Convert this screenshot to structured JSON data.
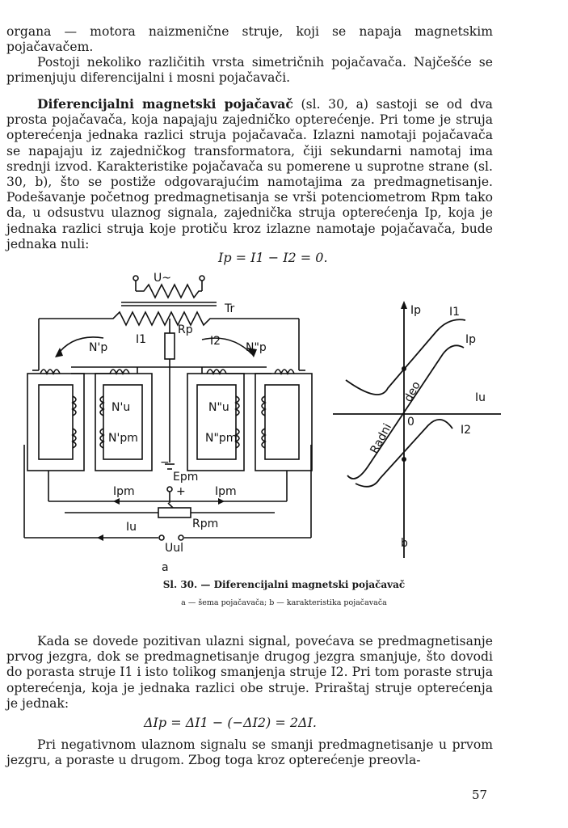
{
  "paragraphs": {
    "p1": "organa — motora naizmenične struje, koji se napaja magnetskim pojačavačem.",
    "p2": "Postoji nekoliko različitih vrsta simetričnih pojačavača. Najčešće se primenjuju diferencijalni i mosni pojačavači.",
    "p3_bold": "Diferencijalni magnetski pojačavač",
    "p3_rest": " (sl. 30, a) sastoji se od dva prosta pojačavača, koja napajaju zajedničko opterećenje. Pri tome je struja opterećenja jednaka razlici struja pojačavača. Izlazni namotaji pojačavača se napajaju iz zajedničkog transformatora, čiji sekundarni namotaj ima srednji izvod. Karakteristike pojačavača su pomerene u suprotne strane (sl. 30, b), što se postiže odgovarajućim namotajima za predmagnetisanje. Podešavanje početnog predmagnetisanja se vrši potenciometrom Rpm tako da, u odsustvu ulaznog signala, zajednička struja opterećenja Ip, koja je jednaka razlici struja koje protiču kroz izlazne namotaje pojačavača, bude jednaka nuli:",
    "formula1": "Ip = I1 − I2 = 0.",
    "p4": "Kada se dovede pozitivan ulazni signal, povećava se predmagnetisanje prvog jezgra, dok se predmagnetisanje drugog jezgra smanjuje, što dovodi do porasta struje I1 i isto tolikog smanjenja struje I2. Pri tom poraste struja opterećenja, koja je jednaka razlici obe struje. Priraštaj struje opterećenja je jednak:",
    "formula2": "ΔIp = ΔI1 − (−ΔI2) = 2ΔI.",
    "p5": "Pri negativnom ulaznom signalu se smanji predmagnetisanje u prvom jezgru, a poraste u drugom. Zbog toga kroz opterećenje preovla-"
  },
  "figure": {
    "labels": {
      "U_supply": "U~",
      "Tr": "Tr",
      "Rp": "Rp",
      "I1": "I1",
      "I2": "I2",
      "Np1": "N'p",
      "Np2": "N\"p",
      "Nu1": "N'u",
      "Nu2": "N\"u",
      "Npm1": "N'pm",
      "Npm2": "N\"pm",
      "Epm": "Epm",
      "minus": "−",
      "plus": "+",
      "Ipm_left": "Ipm",
      "Ipm_right": "Ipm",
      "Iu": "Iu",
      "Rpm": "Rpm",
      "Uul": "Uul",
      "sub_a": "a"
    },
    "graph_labels": {
      "Ip_axis": "Ip",
      "I1": "I1",
      "Ip_curve": "Ip",
      "Iu_axis": "Iu",
      "origin": "0",
      "I2": "I2",
      "deo": "deo",
      "radni": "Radni",
      "sub_b": "b"
    }
  },
  "caption": {
    "main": "Sl. 30. — Diferencijalni magnetski pojačavač",
    "sub": "a — šema pojačavača;  b — karakteristika pojačavača"
  },
  "page_number": "57"
}
